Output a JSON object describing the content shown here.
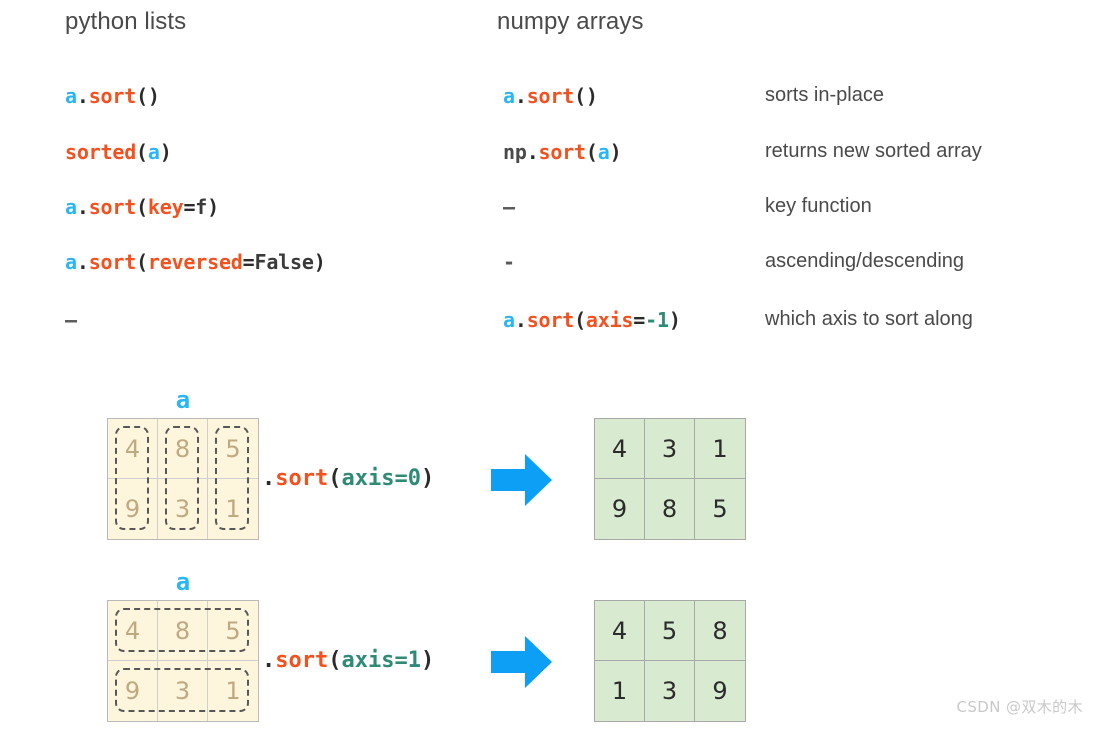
{
  "comparison": {
    "headers": {
      "python": "python lists",
      "numpy": "numpy arrays"
    },
    "rows": [
      {
        "python": {
          "var": "a",
          "dot": ".",
          "fn": "sort",
          "open": "(",
          "args": "",
          "close": ")"
        },
        "python_plain": "a.sort()",
        "numpy_plain": "a.sort()",
        "description": "sorts in-place"
      },
      {
        "python_plain": "sorted(a)",
        "numpy_plain": "np.sort(a)",
        "description": "returns new sorted array"
      },
      {
        "python_plain": "a.sort(key=f)",
        "numpy_plain": "–",
        "description": "key function"
      },
      {
        "python_plain": "a.sort(reversed=False)",
        "numpy_plain": "-",
        "description": "ascending/descending"
      },
      {
        "python_plain": "–",
        "numpy_plain": "a.sort(axis=-1)",
        "description": "which axis to sort along"
      }
    ],
    "tokens": {
      "a": "a",
      "dot": ".",
      "sort": "sort",
      "sorted": "sorted",
      "np": "np",
      "lparen": "(",
      "rparen": ")",
      "eq": "=",
      "key": "key",
      "f": "f",
      "reversed": "reversed",
      "False": "False",
      "axis": "axis",
      "minus1": "-1",
      "dash_en": "–",
      "dash_hy": "-"
    }
  },
  "diagrams": [
    {
      "array_label": "a",
      "axis": "0",
      "sort_call": ".sort(axis=0)",
      "group_mode": "columns",
      "source": [
        [
          4,
          8,
          5
        ],
        [
          9,
          3,
          1
        ]
      ],
      "result": [
        [
          4,
          3,
          1
        ],
        [
          9,
          8,
          5
        ]
      ]
    },
    {
      "array_label": "a",
      "axis": "1",
      "sort_call": ".sort(axis=1)",
      "group_mode": "rows",
      "source": [
        [
          4,
          8,
          5
        ],
        [
          9,
          3,
          1
        ]
      ],
      "result": [
        [
          4,
          5,
          8
        ],
        [
          1,
          3,
          9
        ]
      ]
    }
  ],
  "watermark": "CSDN @双木的木",
  "colors": {
    "variable": "#29b6f6",
    "function": "#f4511e",
    "keyword": "#f4511e",
    "number": "#2e8b76",
    "text": "#4a4a4a",
    "source_fill": "#fdf5dc",
    "source_text": "#bfa980",
    "result_fill": "#d8ead0",
    "arrow": "#0d9ef5"
  }
}
